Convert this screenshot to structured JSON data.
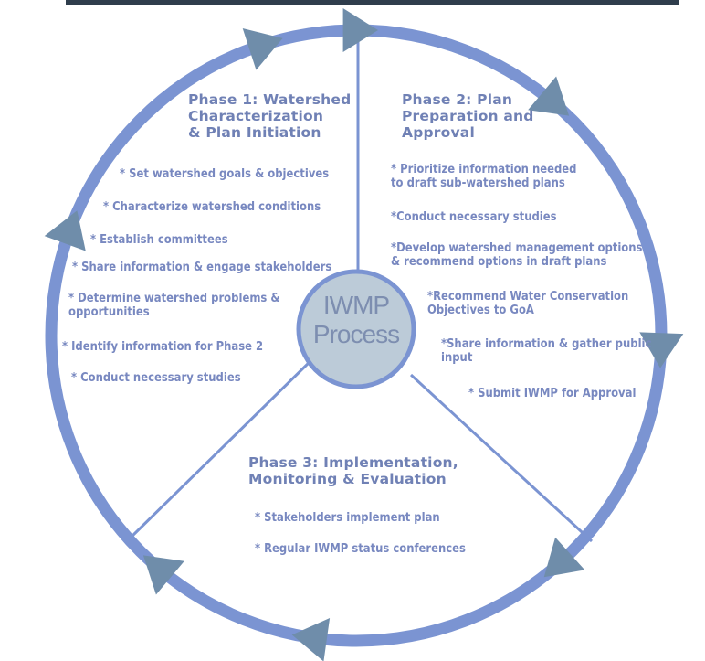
{
  "center": {
    "line1": "IWMP",
    "line2": "Process"
  },
  "phases": [
    {
      "title": [
        "Phase 1: Watershed",
        "Characterization",
        "& Plan Initiation"
      ],
      "items": [
        "* Set watershed goals & objectives",
        "* Characterize watershed conditions",
        "* Establish committees",
        "* Share information & engage stakeholders",
        "* Determine watershed problems &\n  opportunities",
        "* Identify information for Phase 2",
        "* Conduct necessary studies"
      ]
    },
    {
      "title": [
        "Phase 2: Plan",
        "Preparation and",
        "Approval"
      ],
      "items": [
        "* Prioritize information needed\n   to draft sub-watershed plans",
        "*Conduct necessary studies",
        "*Develop watershed management options\n & recommend options in draft plans",
        "*Recommend Water Conservation\n   Objectives to GoA",
        "*Share information & gather public\n   input",
        "* Submit IWMP for Approval"
      ]
    },
    {
      "title": [
        "Phase 3: Implementation,",
        "Monitoring & Evaluation"
      ],
      "items": [
        "* Stakeholders implement plan",
        "* Regular IWMP status conferences"
      ]
    }
  ],
  "colors": {
    "ring": "#7b94d2",
    "arrow": "#6f8daa",
    "text": "#7888c0",
    "center_fill": "#bccbd8"
  }
}
